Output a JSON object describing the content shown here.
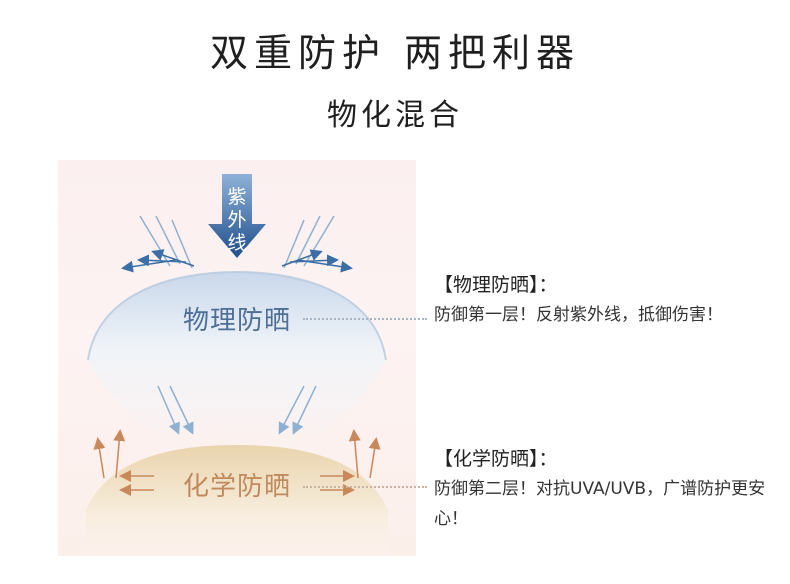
{
  "title": "双重防护  两把利器",
  "subtitle": "物化混合",
  "diagram": {
    "uv_label": "紫外线",
    "physical_label": "物理防晒",
    "chemical_label": "化学防晒"
  },
  "info": {
    "physical_head": "【物理防晒】：",
    "physical_desc": "防御第一层！反射紫外线，抵御伤害！",
    "chemical_head": "【化学防晒】：",
    "chemical_desc": "防御第二层！对抗UVA/UVB，广谱防护更安心！"
  },
  "colors": {
    "blue_arrow": "#3a6ea5",
    "uv_arrow": "#1f4f8c",
    "chemical_arrow": "#c8885a",
    "physical_text": "#4e6e96",
    "chemical_text": "#c08a5e",
    "panel_bg": "#fbeff0"
  }
}
